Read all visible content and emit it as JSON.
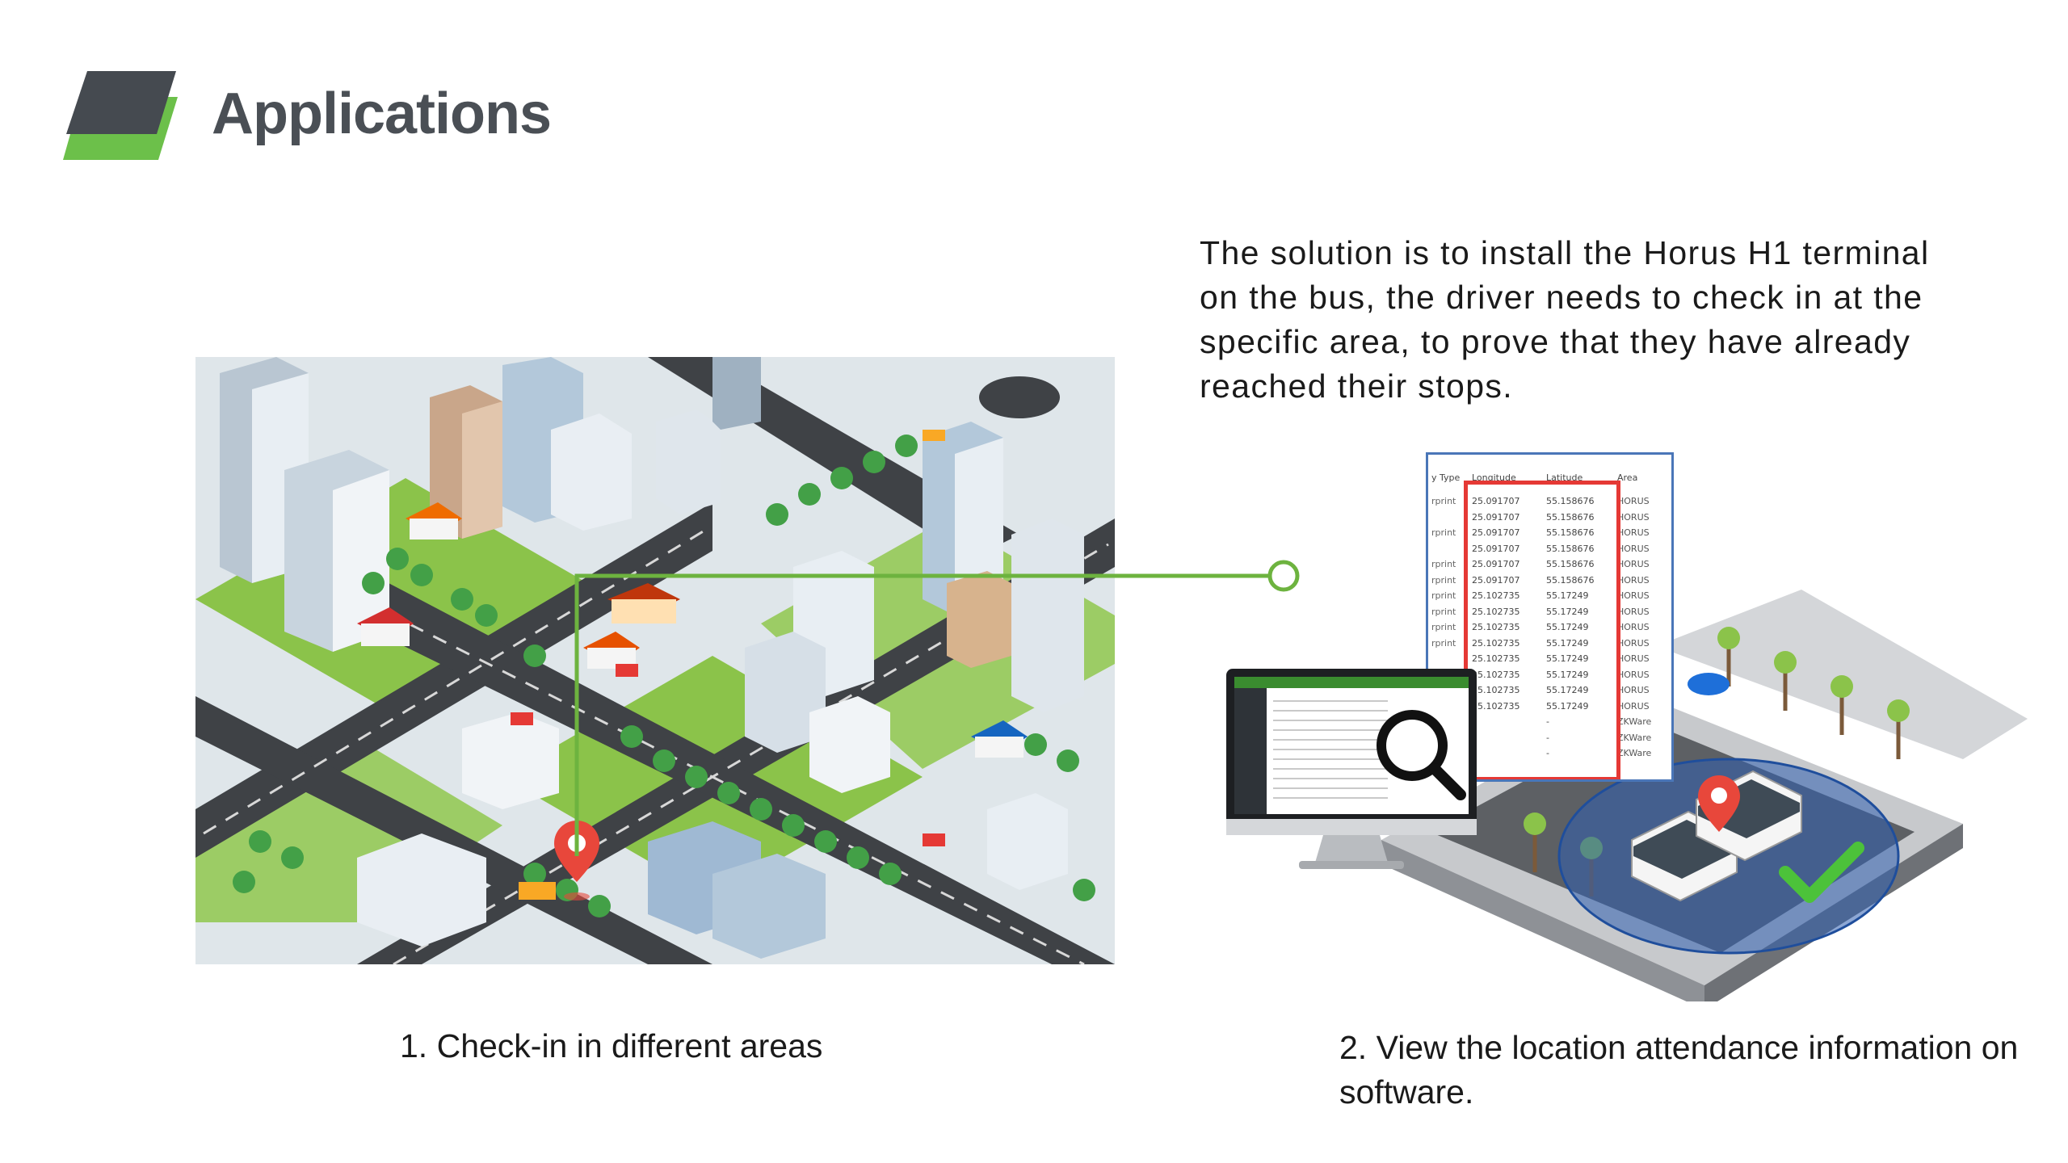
{
  "header": {
    "title": "Applications",
    "logo_colors": {
      "dark": "#454a50",
      "accent": "#6cc04a"
    }
  },
  "description": "The solution is to install the Horus H1 terminal on the bus, the driver needs to check in at the specific area, to prove that they have already reached their stops.",
  "captions": {
    "step1": "1. Check-in in different areas",
    "step2": "2. View the location attendance information on software."
  },
  "data_window": {
    "headers": [
      "y Type",
      "Longitude",
      "Latitude",
      "Area"
    ],
    "rows": [
      [
        "rprint",
        "25.091707",
        "55.158676",
        "HORUS"
      ],
      [
        "",
        "25.091707",
        "55.158676",
        "HORUS"
      ],
      [
        "rprint",
        "25.091707",
        "55.158676",
        "HORUS"
      ],
      [
        "",
        "25.091707",
        "55.158676",
        "HORUS"
      ],
      [
        "rprint",
        "25.091707",
        "55.158676",
        "HORUS"
      ],
      [
        "rprint",
        "25.091707",
        "55.158676",
        "HORUS"
      ],
      [
        "rprint",
        "25.102735",
        "55.17249",
        "HORUS"
      ],
      [
        "rprint",
        "25.102735",
        "55.17249",
        "HORUS"
      ],
      [
        "rprint",
        "25.102735",
        "55.17249",
        "HORUS"
      ],
      [
        "rprint",
        "25.102735",
        "55.17249",
        "HORUS"
      ],
      [
        "",
        "25.102735",
        "55.17249",
        "HORUS"
      ],
      [
        "",
        "25.102735",
        "55.17249",
        "HORUS"
      ],
      [
        "",
        "25.102735",
        "55.17249",
        "HORUS"
      ],
      [
        "",
        "25.102735",
        "55.17249",
        "HORUS"
      ],
      [
        "",
        "-",
        "-",
        "ZKWare"
      ],
      [
        "",
        "-",
        "-",
        "ZKWare"
      ],
      [
        "",
        "-",
        "-",
        "ZKWare"
      ]
    ]
  },
  "colors": {
    "connector": "#6db33f",
    "pin": "#e8473b",
    "highlight": "#e53935",
    "window_border": "#4a76b8",
    "zone": "#2f5fb0",
    "check": "#4cc23a"
  },
  "icons": {
    "logo": "parallelogram-logo-icon",
    "pin": "location-pin-icon",
    "magnifier": "magnifier-icon",
    "check": "checkmark-icon"
  }
}
